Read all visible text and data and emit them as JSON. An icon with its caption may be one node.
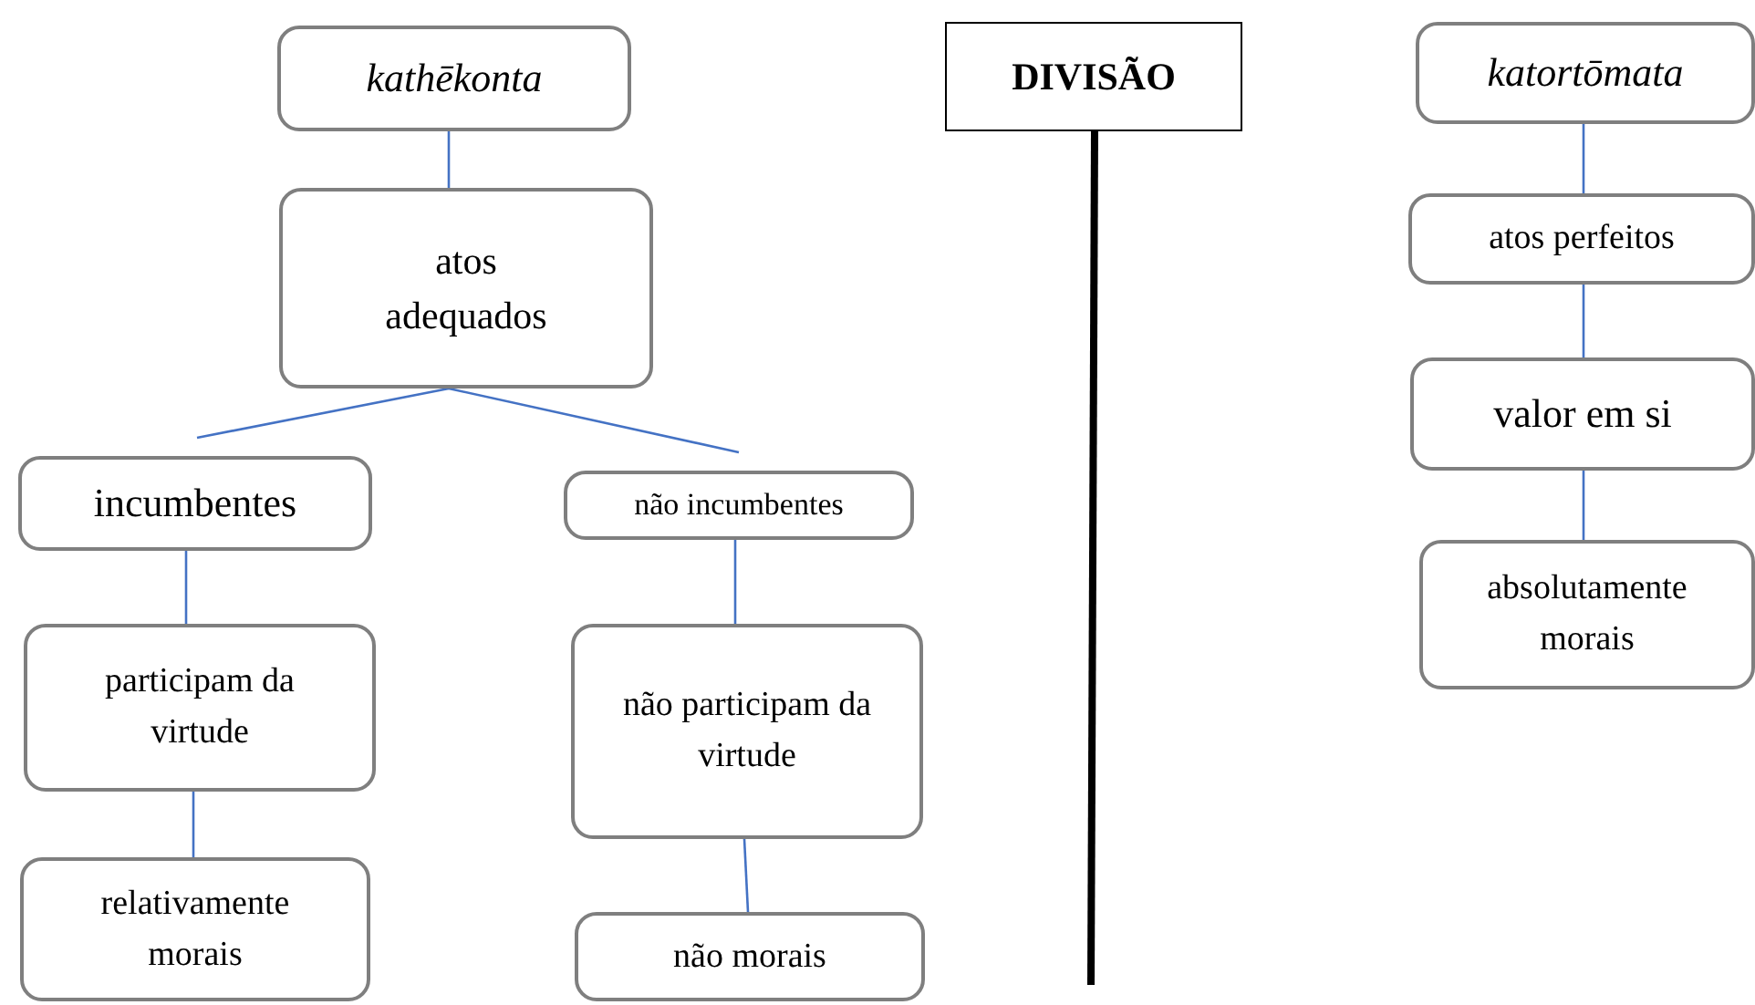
{
  "diagram": {
    "nodes": [
      {
        "text": [
          "kathēkonta"
        ]
      },
      {
        "text": [
          "atos adequados"
        ]
      },
      {
        "text": [
          "incumbentes"
        ]
      },
      {
        "text": [
          "não incumbentes"
        ]
      },
      {
        "text": [
          "participam da virtude"
        ]
      },
      {
        "text": [
          "não participam da virtude"
        ]
      },
      {
        "text": [
          "relativamente morais"
        ]
      },
      {
        "text": [
          "não morais"
        ]
      },
      {
        "text": [
          "DIVISÃO"
        ]
      },
      {
        "text": [
          "katortōmata"
        ]
      },
      {
        "text": [
          "atos perfeitos"
        ]
      },
      {
        "text": [
          "valor em si"
        ]
      },
      {
        "text": [
          "absolutamente morais"
        ]
      }
    ],
    "edges": [
      {
        "from": 0,
        "to": 1,
        "arrow": "none"
      },
      {
        "from": 1,
        "to": 2,
        "arrow": "none"
      },
      {
        "from": 1,
        "to": 3,
        "arrow": "none"
      },
      {
        "from": 2,
        "to": 4,
        "arrow": "none"
      },
      {
        "from": 3,
        "to": 5,
        "arrow": "none"
      },
      {
        "from": 4,
        "to": 6,
        "arrow": "none"
      },
      {
        "from": 5,
        "to": 7,
        "arrow": "none"
      },
      {
        "from": 9,
        "to": 10,
        "arrow": "none"
      },
      {
        "from": 10,
        "to": 11,
        "arrow": "none"
      },
      {
        "from": 11,
        "to": 12,
        "arrow": "none"
      },
      {
        "from": 8,
        "to": null,
        "arrow": "none",
        "style": "thick",
        "color": "#000000"
      }
    ]
  }
}
